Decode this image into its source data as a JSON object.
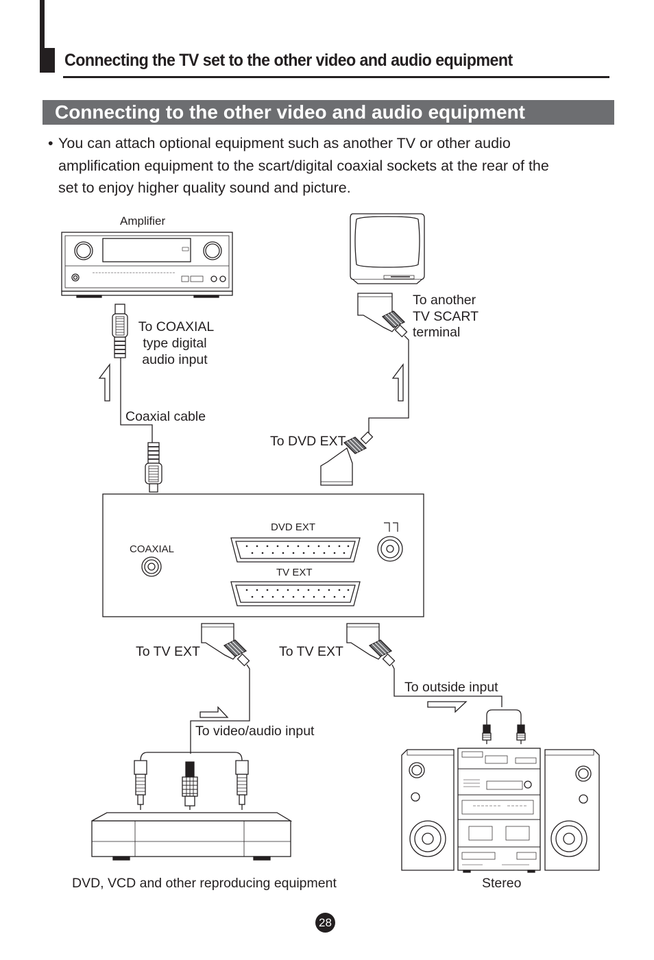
{
  "chapter_title": "Connecting the TV set to the other video and audio equipment",
  "section_title": "Connecting to the other video and audio equipment",
  "bullet": {
    "marker": "•",
    "text": "You can attach optional equipment such as another TV or other audio amplification equipment to the scart/digital coaxial sockets at the rear of the set to enjoy higher quality sound and picture."
  },
  "labels": {
    "amplifier": "Amplifier",
    "to_coaxial_1": "To COAXIAL",
    "to_coaxial_2": "type digital",
    "to_coaxial_3": "audio input",
    "coaxial_cable": "Coaxial cable",
    "to_another_1": "To another",
    "to_another_2": "TV SCART",
    "to_another_3": "terminal",
    "to_dvd_ext": "To DVD EXT",
    "panel_coaxial": "COAXIAL",
    "panel_dvd_ext": "DVD EXT",
    "panel_tv_ext": "TV EXT",
    "to_tv_ext_left": "To TV EXT",
    "to_tv_ext_right": "To TV EXT",
    "to_outside_input": "To outside input",
    "to_video_audio_input": "To video/audio input",
    "dvd_caption": "DVD, VCD and other reproducing equipment",
    "stereo_caption": "Stereo"
  },
  "page_number": "28"
}
